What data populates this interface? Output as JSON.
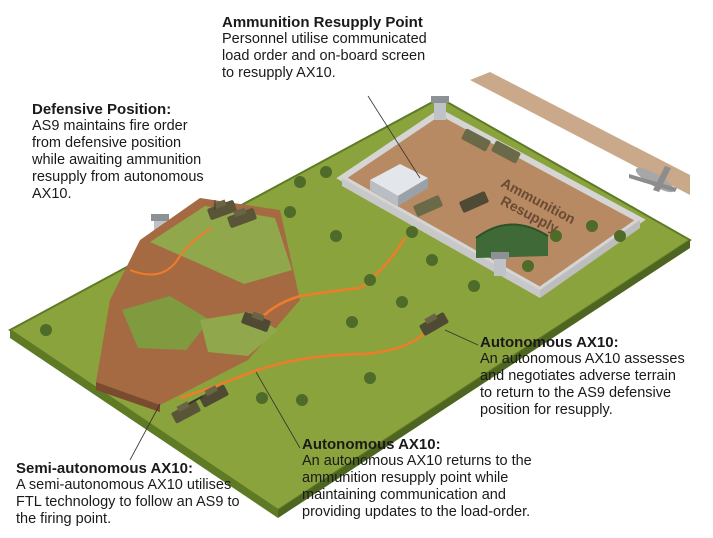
{
  "callouts": {
    "ammo_point": {
      "title": "Ammunition Resupply Point",
      "body": "Personnel utilise communicated\nload order and on-board screen\nto resupply AX10."
    },
    "defensive": {
      "title": "Defensive Position:",
      "body": "AS9 maintains fire order\nfrom defensive position\nwhile awaiting ammunition\nresupply from autonomous\nAX10."
    },
    "auto_right": {
      "title": "Autonomous AX10:",
      "body": "An autonomous AX10 assesses\nand negotiates adverse terrain\nto return to the AS9 defensive\nposition for resupply."
    },
    "auto_bottom": {
      "title": "Autonomous AX10:",
      "body": "An autonomous AX10 returns to the\nammunition resupply point while\nmaintaining communication and\nproviding updates to the load-order."
    },
    "semi_auto": {
      "title": "Semi-autonomous AX10:",
      "body": "A semi-autonomous AX10 utilises\nFTL technology to follow an AS9 to\nthe firing point."
    }
  },
  "compound_label": "Ammunition\nResupply",
  "colors": {
    "grass": "#8aa33c",
    "grass_edge": "#5f7a25",
    "compound_floor": "#b78a63",
    "wall": "#d5d5d5",
    "cliff": "#a66a43",
    "route": "#f07c2a",
    "vehicle": "#4e4a33"
  }
}
